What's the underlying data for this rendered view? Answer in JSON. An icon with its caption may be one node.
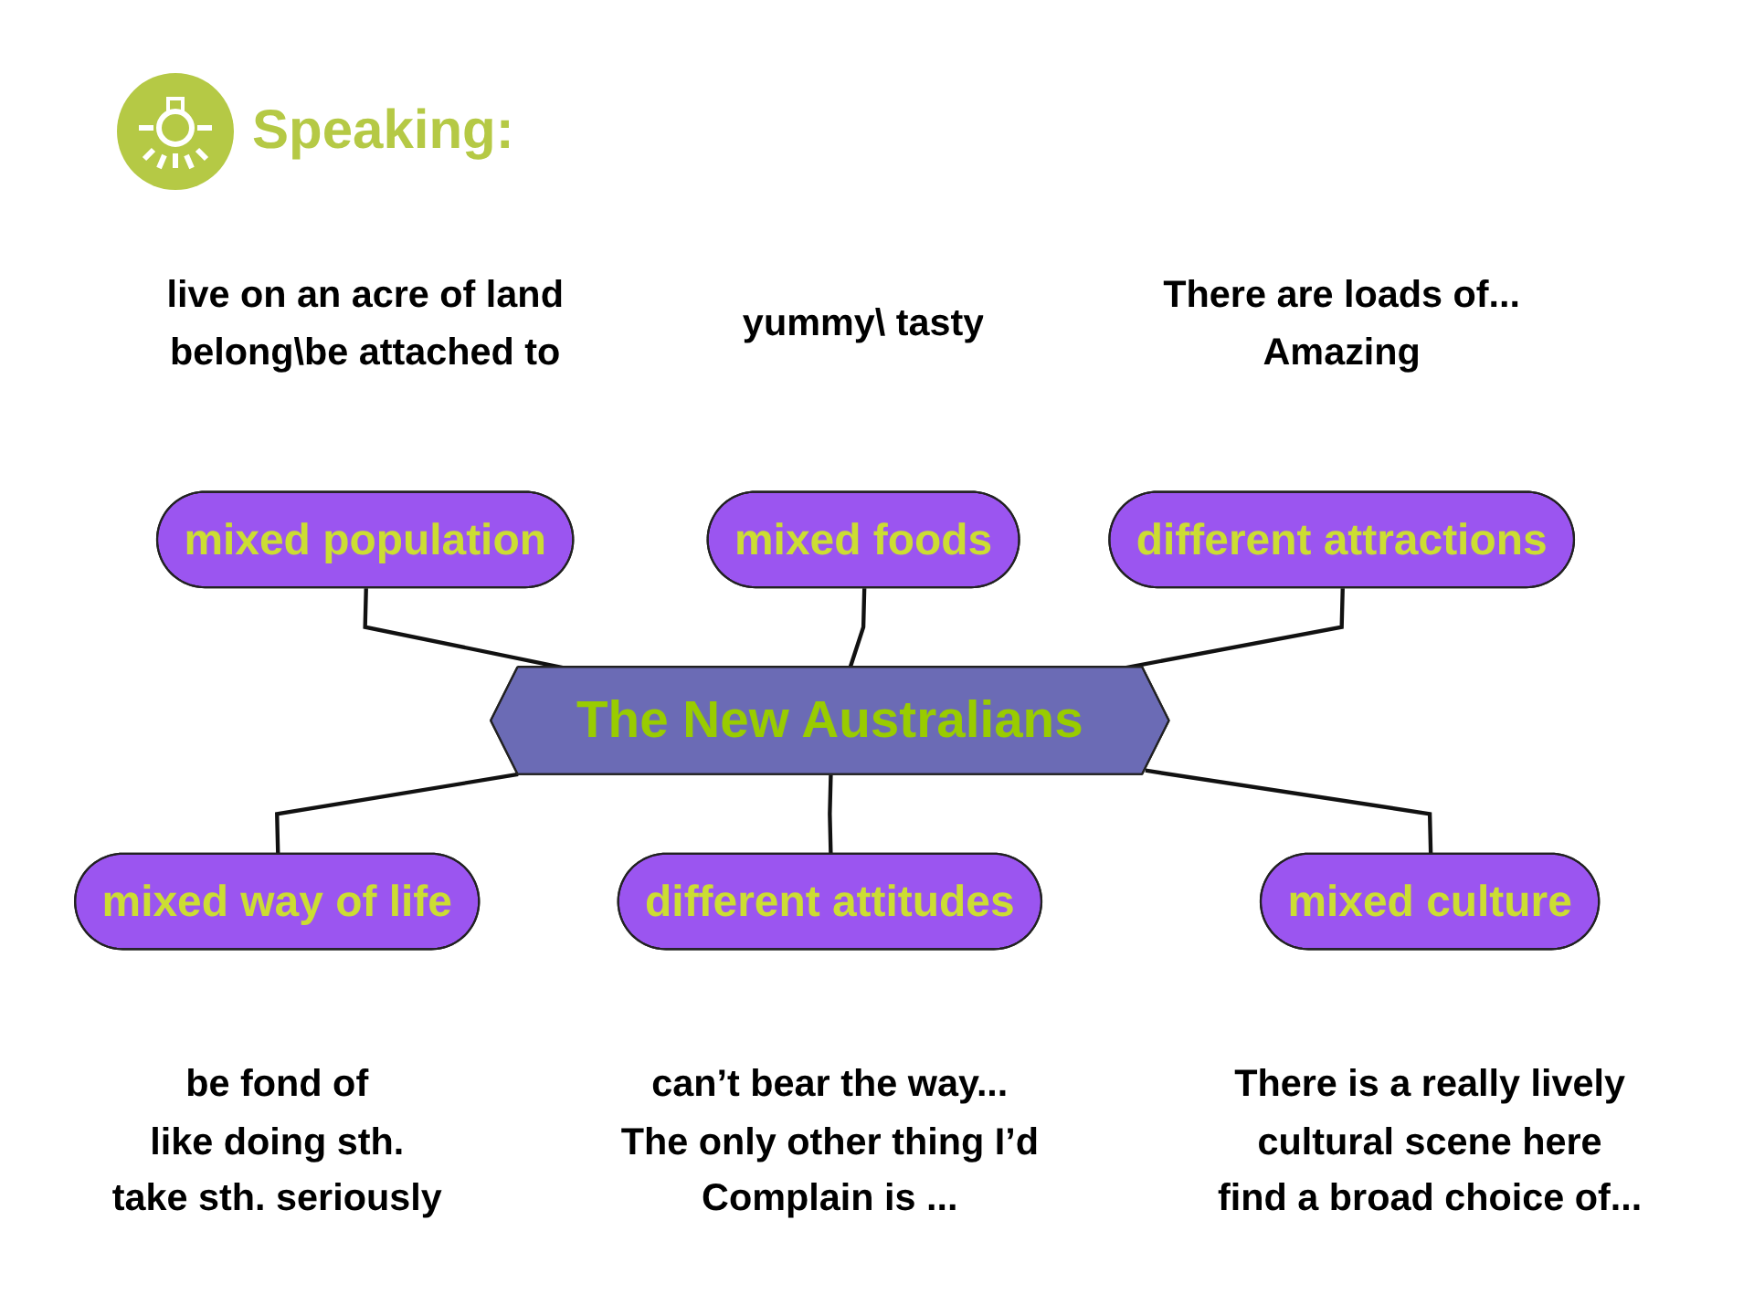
{
  "diagram": {
    "title": "Speaking:",
    "nodes": [
      {
        "text": [
          "mixed population"
        ],
        "beside": [
          "live on an acre of land",
          "belong\\be attached to"
        ]
      },
      {
        "text": [
          "mixed foods"
        ],
        "beside": [
          "yummy\\ tasty"
        ]
      },
      {
        "text": [
          "different attractions"
        ],
        "beside": [
          "There are loads of...",
          "Amazing"
        ]
      },
      {
        "text": [
          "The New Australians"
        ]
      },
      {
        "text": [
          "mixed way of life"
        ],
        "beside": [
          "be fond of",
          "like doing sth.",
          "take sth. seriously"
        ]
      },
      {
        "text": [
          "different attitudes"
        ],
        "beside": [
          "can’t bear the way...",
          "The only other thing I’d",
          "Complain is ..."
        ]
      },
      {
        "text": [
          "mixed culture"
        ],
        "beside": [
          "There is a really lively",
          "cultural scene here",
          "find a broad choice of..."
        ]
      }
    ],
    "edges": [
      {
        "from": 0,
        "to": 3,
        "arrow": "none"
      },
      {
        "from": 1,
        "to": 3,
        "arrow": "none"
      },
      {
        "from": 2,
        "to": 3,
        "arrow": "none"
      },
      {
        "from": 3,
        "to": 4,
        "arrow": "none"
      },
      {
        "from": 3,
        "to": 5,
        "arrow": "none"
      },
      {
        "from": 3,
        "to": 6,
        "arrow": "none"
      }
    ]
  }
}
